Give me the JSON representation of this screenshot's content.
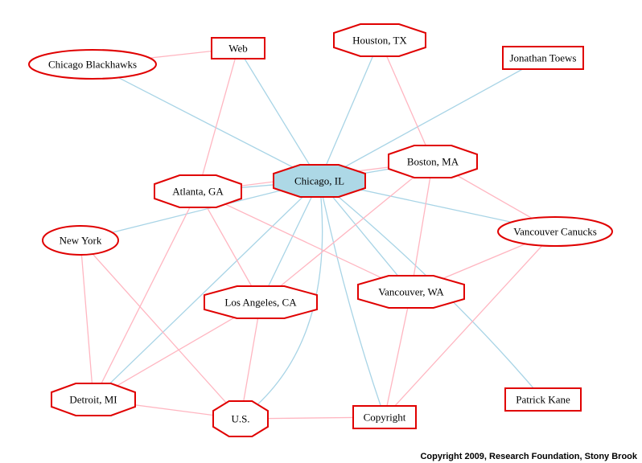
{
  "colors": {
    "node_stroke": "#e00000",
    "center_fill": "#add8e6",
    "edge_blue": "#a8d4e6",
    "edge_pink": "#ffb6c1"
  },
  "nodes": [
    {
      "id": "chicago_il",
      "label": "Chicago, IL",
      "shape": "octagon",
      "highlight": true
    },
    {
      "id": "web",
      "label": "Web",
      "shape": "box"
    },
    {
      "id": "houston",
      "label": "Houston, TX",
      "shape": "octagon"
    },
    {
      "id": "toews",
      "label": "Jonathan Toews",
      "shape": "box"
    },
    {
      "id": "blackhawks",
      "label": "Chicago Blackhawks",
      "shape": "ellipse"
    },
    {
      "id": "boston",
      "label": "Boston, MA",
      "shape": "octagon"
    },
    {
      "id": "atlanta",
      "label": "Atlanta, GA",
      "shape": "octagon"
    },
    {
      "id": "newyork",
      "label": "New York",
      "shape": "ellipse"
    },
    {
      "id": "canucks",
      "label": "Vancouver Canucks",
      "shape": "ellipse"
    },
    {
      "id": "vancouver",
      "label": "Vancouver, WA",
      "shape": "octagon"
    },
    {
      "id": "losangeles",
      "label": "Los Angeles, CA",
      "shape": "octagon"
    },
    {
      "id": "detroit",
      "label": "Detroit, MI",
      "shape": "octagon"
    },
    {
      "id": "us",
      "label": "U.S.",
      "shape": "octagon"
    },
    {
      "id": "copyright",
      "label": "Copyright",
      "shape": "box"
    },
    {
      "id": "kane",
      "label": "Patrick Kane",
      "shape": "box"
    }
  ],
  "edges": [
    {
      "from": "chicago_il",
      "to": "blackhawks",
      "color": "blue"
    },
    {
      "from": "chicago_il",
      "to": "web",
      "color": "blue"
    },
    {
      "from": "chicago_il",
      "to": "houston",
      "color": "blue"
    },
    {
      "from": "chicago_il",
      "to": "toews",
      "color": "blue"
    },
    {
      "from": "chicago_il",
      "to": "boston",
      "color": "blue"
    },
    {
      "from": "chicago_il",
      "to": "atlanta",
      "color": "blue"
    },
    {
      "from": "chicago_il",
      "to": "newyork",
      "color": "blue"
    },
    {
      "from": "chicago_il",
      "to": "canucks",
      "color": "blue"
    },
    {
      "from": "chicago_il",
      "to": "vancouver",
      "color": "blue"
    },
    {
      "from": "chicago_il",
      "to": "losangeles",
      "color": "blue"
    },
    {
      "from": "chicago_il",
      "to": "detroit",
      "color": "blue"
    },
    {
      "from": "chicago_il",
      "to": "us",
      "color": "blue"
    },
    {
      "from": "chicago_il",
      "to": "copyright",
      "color": "blue"
    },
    {
      "from": "chicago_il",
      "to": "kane",
      "color": "blue"
    },
    {
      "from": "blackhawks",
      "to": "web",
      "color": "pink"
    },
    {
      "from": "web",
      "to": "atlanta",
      "color": "pink"
    },
    {
      "from": "houston",
      "to": "boston",
      "color": "pink"
    },
    {
      "from": "atlanta",
      "to": "boston",
      "color": "pink"
    },
    {
      "from": "boston",
      "to": "canucks",
      "color": "pink"
    },
    {
      "from": "boston",
      "to": "losangeles",
      "color": "pink"
    },
    {
      "from": "boston",
      "to": "vancouver",
      "color": "pink"
    },
    {
      "from": "atlanta",
      "to": "losangeles",
      "color": "pink"
    },
    {
      "from": "atlanta",
      "to": "vancouver",
      "color": "pink"
    },
    {
      "from": "atlanta",
      "to": "detroit",
      "color": "pink"
    },
    {
      "from": "canucks",
      "to": "vancouver",
      "color": "pink"
    },
    {
      "from": "canucks",
      "to": "copyright",
      "color": "pink"
    },
    {
      "from": "newyork",
      "to": "detroit",
      "color": "pink"
    },
    {
      "from": "newyork",
      "to": "us",
      "color": "pink"
    },
    {
      "from": "losangeles",
      "to": "detroit",
      "color": "pink"
    },
    {
      "from": "losangeles",
      "to": "us",
      "color": "pink"
    },
    {
      "from": "vancouver",
      "to": "copyright",
      "color": "pink"
    },
    {
      "from": "detroit",
      "to": "us",
      "color": "pink"
    },
    {
      "from": "us",
      "to": "copyright",
      "color": "pink"
    }
  ],
  "footer": "Copyright 2009, Research Foundation, Stony Brook"
}
